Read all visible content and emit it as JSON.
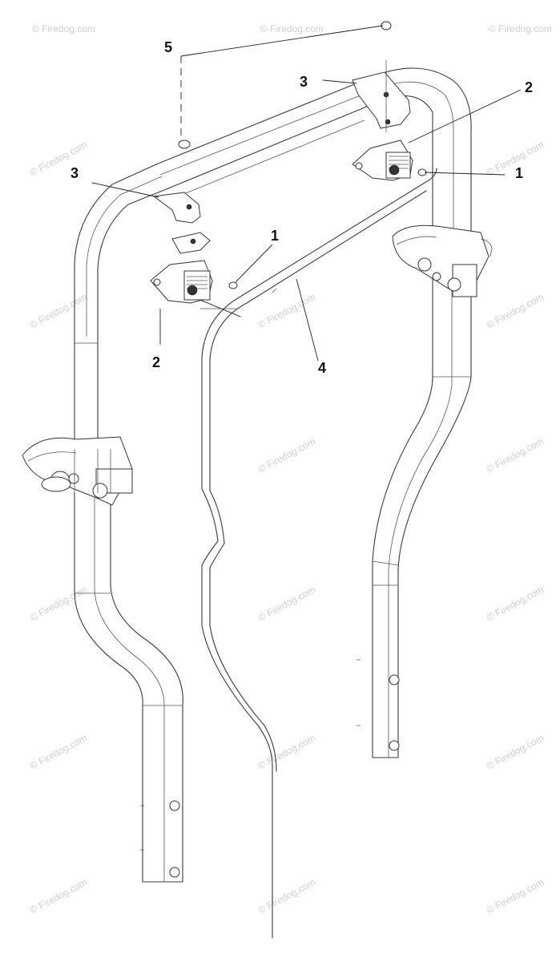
{
  "watermark": "© Firedog.com",
  "callouts": {
    "c5": "5",
    "c3_top": "3",
    "c2_top": "2",
    "c3_left": "3",
    "c1_right": "1",
    "c1_center": "1",
    "c2_left": "2",
    "c4": "4"
  }
}
